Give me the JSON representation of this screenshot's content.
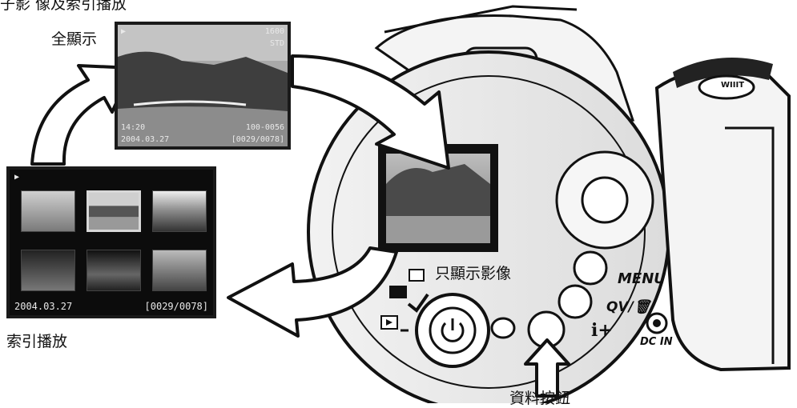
{
  "header": {
    "title_fragment": "子影 像及索引播放"
  },
  "labels": {
    "full_display": "全顯示",
    "index_playback": "索引播放",
    "image_only": "只顯示影像",
    "info_button": "資料按鈕"
  },
  "full_display_screen": {
    "resolution": "1600",
    "quality": "STD",
    "time": "14:20",
    "folder_file": "100-0056",
    "date": "2004.03.27",
    "frame_counter": "[0029/0078]"
  },
  "index_screen": {
    "date": "2004.03.27",
    "frame_counter": "[0029/0078]",
    "thumbnail_count": 6,
    "selected_thumbnail": 2
  },
  "camera": {
    "zoom_lever": "WIIIT",
    "menu_button": "MENU",
    "qv_delete_button": "QV/",
    "info_button_symbol": "i+",
    "dc_in": "DC IN"
  },
  "colors": {
    "lcd_bg": "#0c0c0c",
    "outline": "#111111",
    "paper": "#ffffff"
  }
}
